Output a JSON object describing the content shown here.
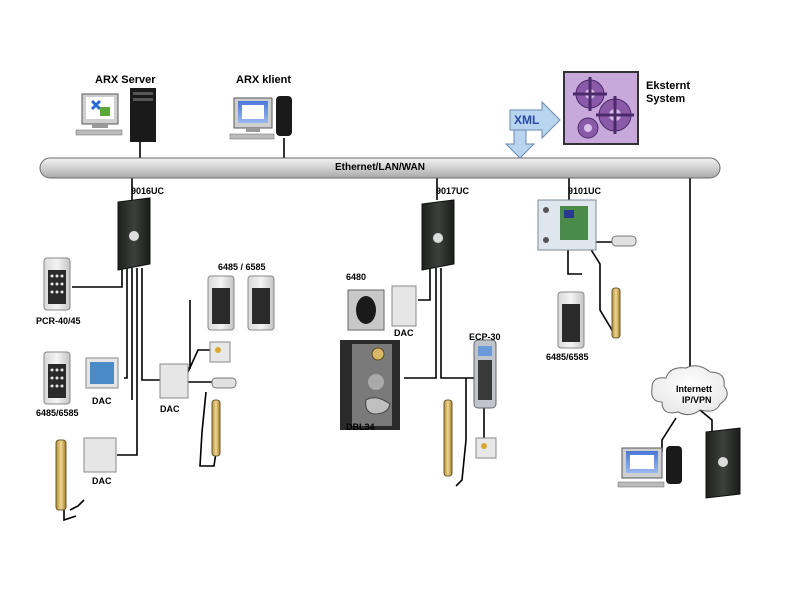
{
  "labels": {
    "arx_server": "ARX Server",
    "arx_klient": "ARX klient",
    "eksternt_line1": "Eksternt",
    "eksternt_line2": "System",
    "xml": "XML",
    "bus": "Ethernet/LAN/WAN",
    "c9016": "9016UC",
    "c9017": "9017UC",
    "c9101": "9101UC",
    "pcr": "PCR-40/45",
    "k6485_6585_left": "6485/6585",
    "dac_left1": "DAC",
    "dac_left2": "DAC",
    "dac_mid": "DAC",
    "k6485_6585_top": "6485 / 6585",
    "r6480": "6480",
    "dac_6480": "DAC",
    "dbl34": "DBL34",
    "ecp30": "ECP-30",
    "k6485_6585_right": "6485/6585",
    "internet_line1": "Internett",
    "internet_line2": "IP/VPN"
  },
  "colors": {
    "bus_fill": "#d8d8d8",
    "controller_dark": "#2a2d2a",
    "xml_arrow": "#b8d4ee",
    "gear_bg": "#c9a8dc",
    "cable": "#000000"
  }
}
